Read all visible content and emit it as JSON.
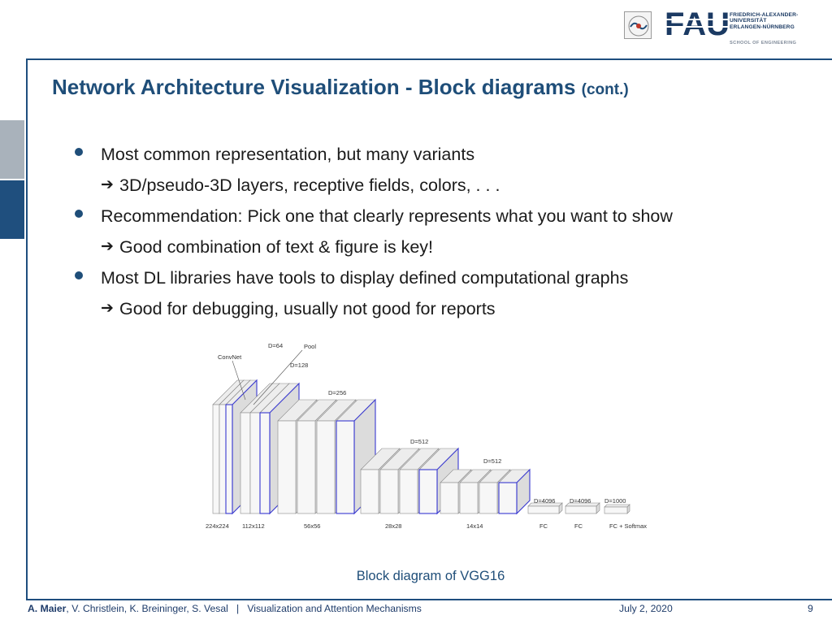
{
  "header": {
    "seal_icon": "university-seal-icon",
    "logo_text": "FAU",
    "university_lines": [
      "FRIEDRICH-ALEXANDER-",
      "UNIVERSITÄT",
      "ERLANGEN-NÜRNBERG"
    ],
    "school": "SCHOOL OF ENGINEERING"
  },
  "slide": {
    "title": "Network Architecture Visualization - Block diagrams",
    "title_suffix": "(cont.)",
    "bullets": [
      "Most common representation, but many variants",
      "3D/pseudo-3D layers, receptive fields, colors, . . .",
      "Recommendation: Pick one that clearly represents what you want to show",
      "Good combination of text & figure is key!",
      "Most DL libraries have tools to display defined computational graphs",
      "Good for debugging, usually not good for reports"
    ],
    "arrow_glyph": "➔",
    "caption": "Block diagram of VGG16"
  },
  "diagram": {
    "labels": {
      "convnet": "ConvNet",
      "pool": "Pool",
      "d64": "D=64",
      "d128": "D=128",
      "d256": "D=256",
      "d512a": "D=512",
      "d512b": "D=512",
      "d4096a": "D=4096",
      "d4096b": "D=4096",
      "d1000": "D=1000"
    },
    "sizes": [
      "224x224",
      "112x112",
      "56x56",
      "28x28",
      "14x14",
      "FC",
      "FC",
      "FC + Softmax"
    ],
    "colors": {
      "pool_edge": "#3a3ad0",
      "block_edge": "#8a8a8a",
      "front_fill": "#f7f7f7",
      "side_fill": "#dcdcdc"
    }
  },
  "footer": {
    "author": "A. Maier",
    "coauthors": ", V. Christlein, K. Breininger, S. Vesal",
    "separator": "|",
    "course": "Visualization and Attention Mechanisms",
    "date": "July 2, 2020",
    "page": "9"
  }
}
